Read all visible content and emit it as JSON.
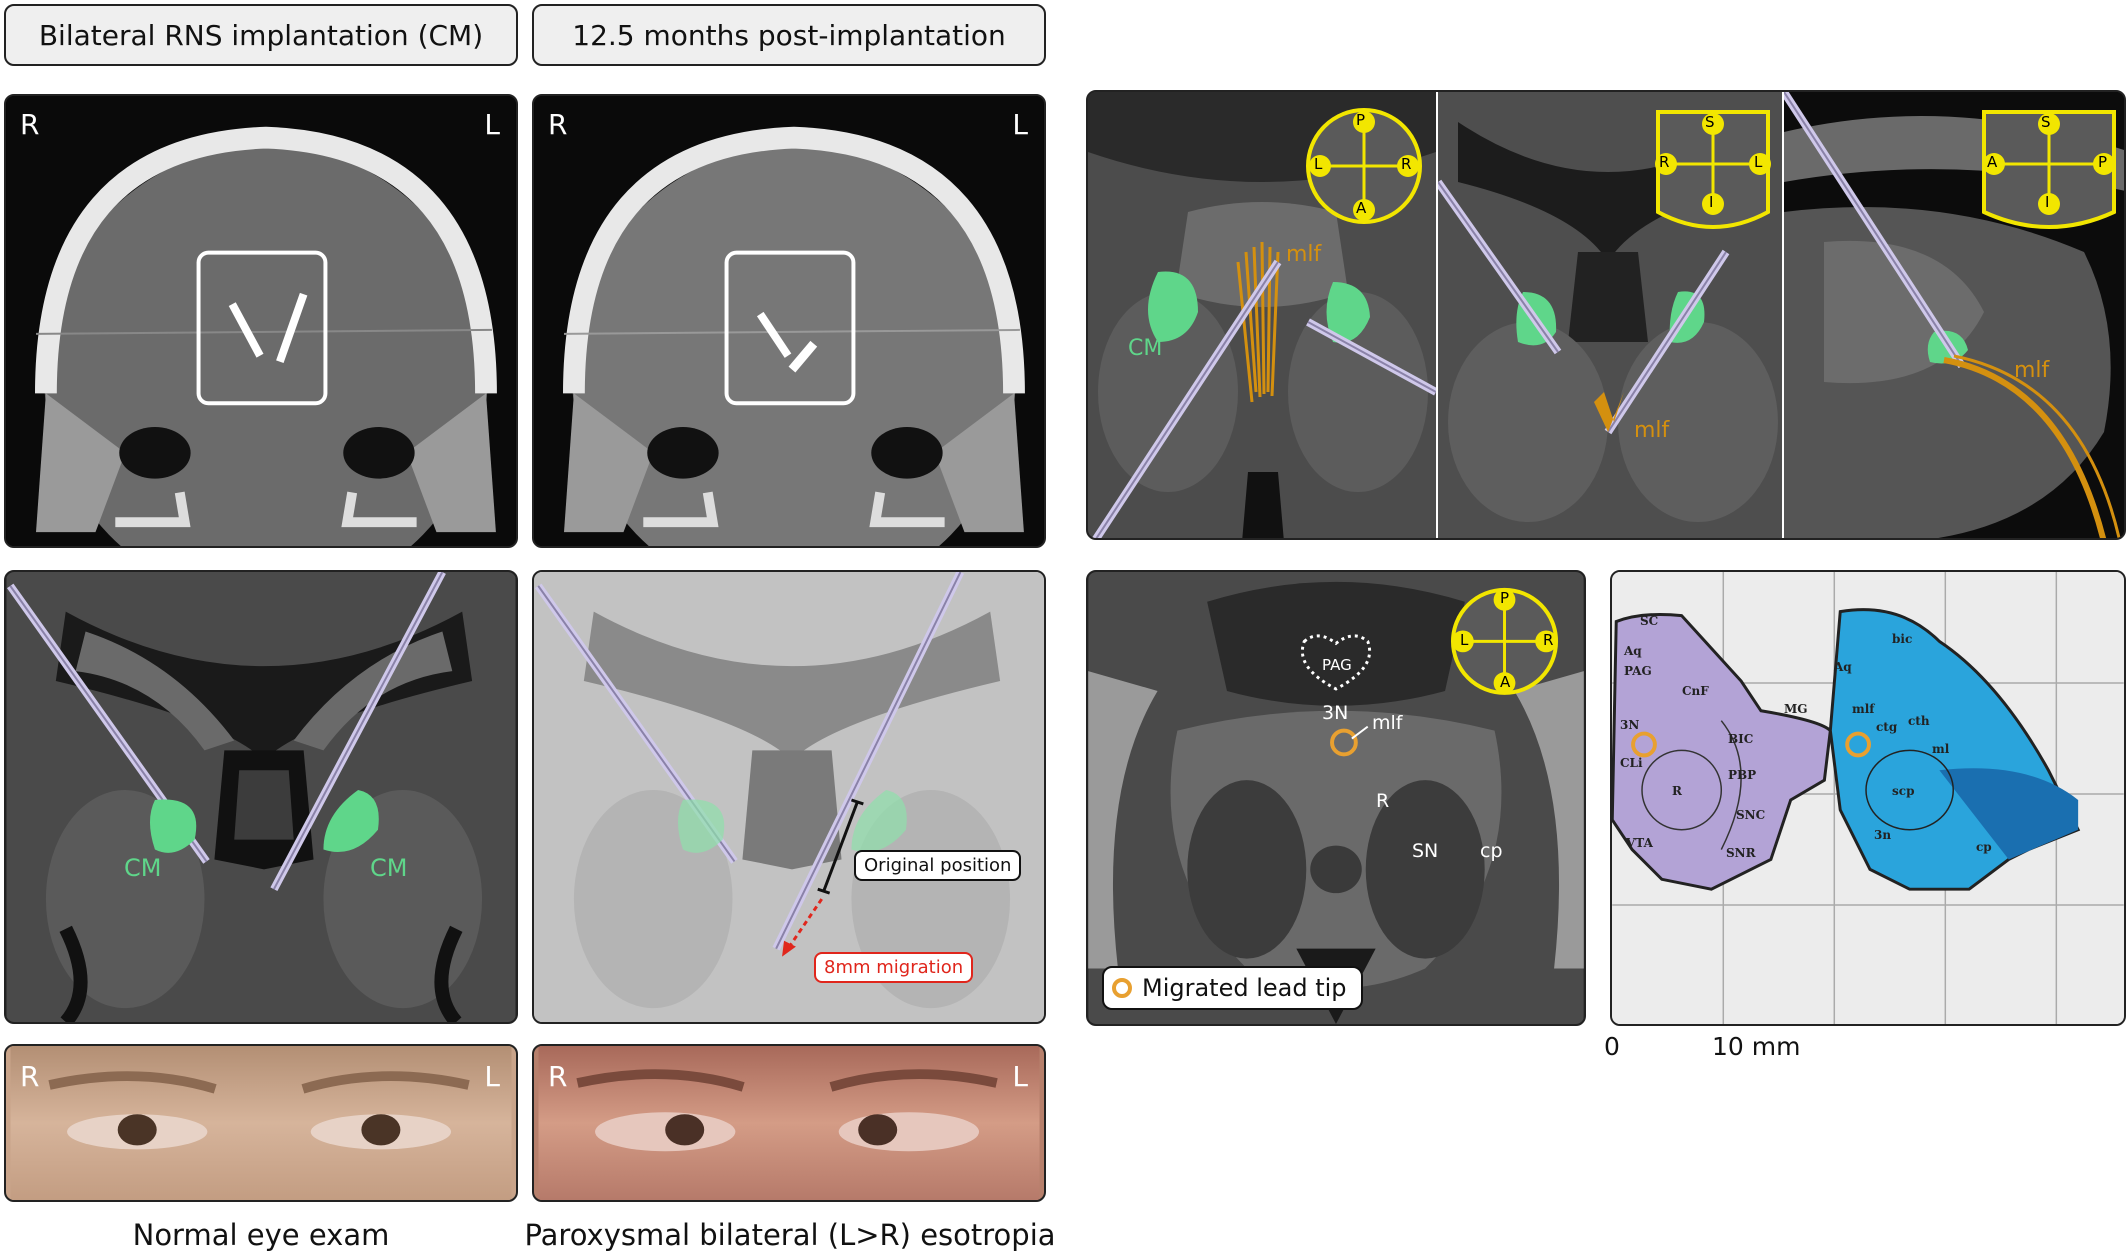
{
  "headers": {
    "left": "Bilateral RNS implantation (CM)",
    "middle": "12.5 months post-implantation"
  },
  "orientation": {
    "right": "R",
    "left": "L"
  },
  "labels": {
    "cm": "CM",
    "mlf": "mlf",
    "original_position": "Original position",
    "migration": "8mm migration",
    "migrated_lead_tip": "Migrated lead tip",
    "pag": "PAG",
    "n3": "3N",
    "r": "R",
    "sn": "SN",
    "cp": "cp"
  },
  "compass": {
    "axial": {
      "top": "P",
      "bottom": "A",
      "left": "L",
      "right": "R"
    },
    "coronal": {
      "top": "S",
      "bottom": "I",
      "left": "R",
      "right": "L"
    },
    "sagittal": {
      "top": "S",
      "bottom": "I",
      "left": "A",
      "right": "P"
    }
  },
  "atlas": {
    "left": [
      "SC",
      "Aq",
      "PAG",
      "CnF",
      "3N",
      "CLi",
      "BIC",
      "MG",
      "R",
      "PBP",
      "SNC",
      "VTA",
      "SNR"
    ],
    "right": [
      "bic",
      "Aq",
      "mlf",
      "ctg",
      "cth",
      "ml",
      "scp",
      "3n",
      "cp"
    ]
  },
  "scale": {
    "zero": "0",
    "ten": "10 mm"
  },
  "captions": {
    "normal": "Normal eye exam",
    "esotropia": "Paroxysmal bilateral (L>R) esotropia"
  },
  "colors": {
    "cm_green": "#5fd68a",
    "mlf_orange": "#d4900f",
    "migration_red": "#e0261c",
    "compass_yellow": "#f2e600",
    "atlas_purple": "#b3a3d6",
    "atlas_blue": "#2aa4dc",
    "lead_lavender": "#b9b0d9"
  }
}
